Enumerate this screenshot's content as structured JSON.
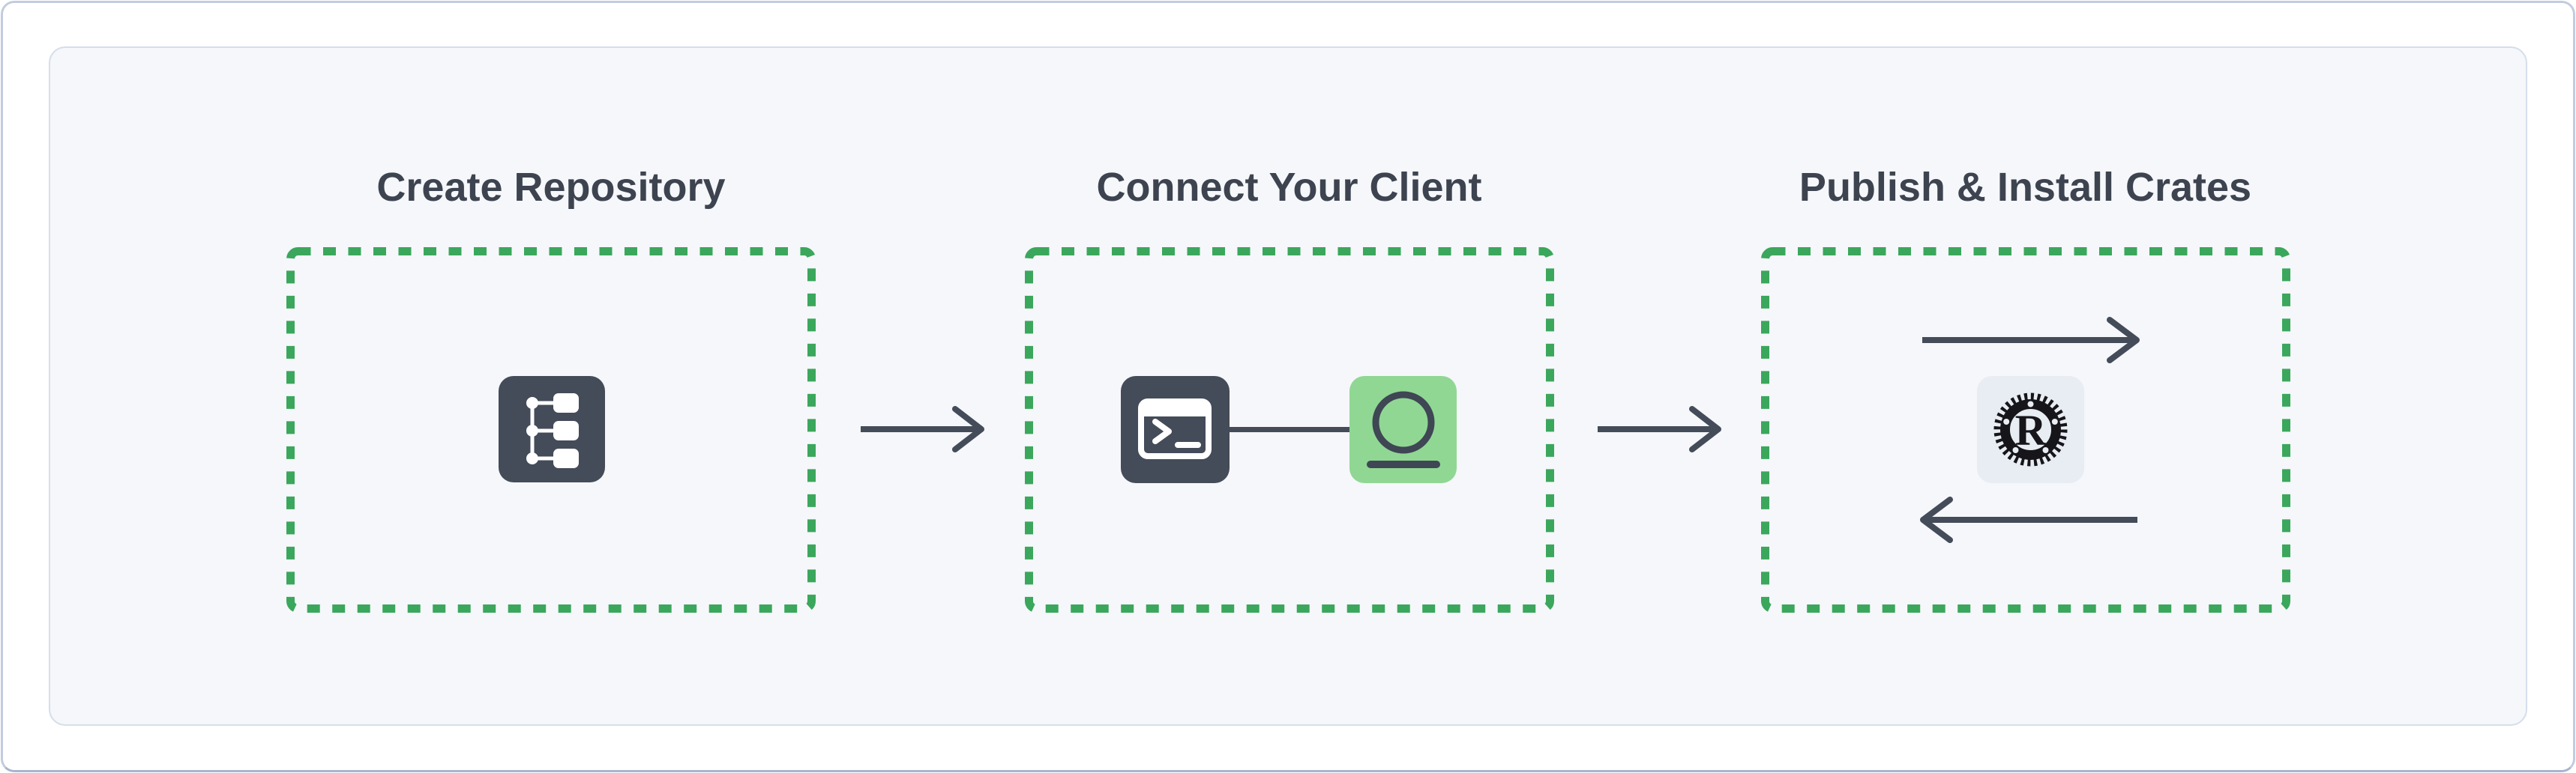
{
  "page": {
    "background": "#ffffff",
    "frame_border_color": "#c2cce0"
  },
  "panel": {
    "background": "#f5f7fa",
    "border_color": "#d5deeb"
  },
  "diagram": {
    "accent_green": "#3ba75c",
    "dark_slate": "#444b59",
    "light_green": "#90d794",
    "rust_badge_bg": "#e8ecf3",
    "title_color": "#3d4450",
    "steps": [
      {
        "title": "Create Repository",
        "icon": "repository-tree-icon"
      },
      {
        "title": "Connect Your Client",
        "icons": [
          "terminal-icon",
          "client-endpoint-icon",
          "link-line"
        ]
      },
      {
        "title": "Publish & Install Crates",
        "icons": [
          "publish-arrow-right-icon",
          "rust-logo-icon",
          "install-arrow-left-icon"
        ],
        "rust_letter": "R"
      }
    ],
    "flow_arrows": [
      "arrow-right-icon",
      "arrow-right-icon"
    ]
  }
}
